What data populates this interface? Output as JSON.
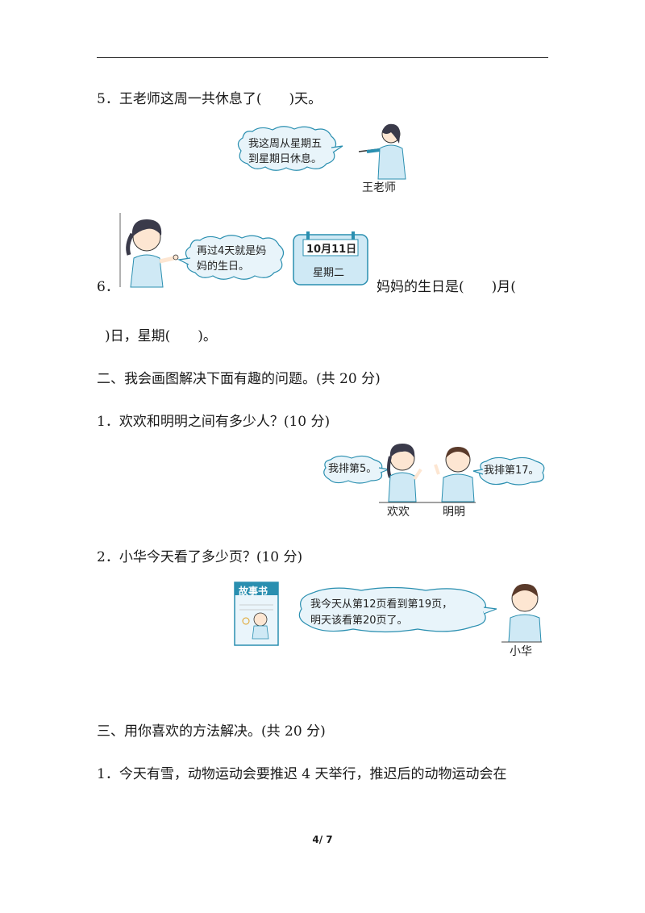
{
  "q5": {
    "text": "5．王老师这周一共休息了(　　)天。",
    "bubble_line1": "我这周从星期五",
    "bubble_line2": "到星期日休息。",
    "teacher_caption": "王老师"
  },
  "q6": {
    "number": "6．",
    "bubble_line1": "再过4天就是妈",
    "bubble_line2": "妈的生日。",
    "calendar_date": "10月11日",
    "calendar_weekday": "星期二",
    "text_part1": "妈妈的生日是(　　)月(",
    "text_part2": ")日，星期(　　)。"
  },
  "section2": {
    "heading": "二、我会画图解决下面有趣的问题。(共 20 分)",
    "q1": {
      "text": "1．欢欢和明明之间有多少人？(10 分)",
      "bubble_left": "我排第5。",
      "bubble_right": "我排第17。",
      "caption_left": "欢欢",
      "caption_right": "明明"
    },
    "q2": {
      "text": "2．小华今天看了多少页？(10 分)",
      "book_title": "故事书",
      "bubble_line1": "我今天从第12页看到第19页，",
      "bubble_line2": "明天该看第20页了。",
      "caption": "小华"
    }
  },
  "section3": {
    "heading": "三、用你喜欢的方法解决。(共 20 分)",
    "q1_text": "1．今天有雪，动物运动会要推迟 4 天举行，推迟后的动物运动会在"
  },
  "page_number": "4/ 7"
}
